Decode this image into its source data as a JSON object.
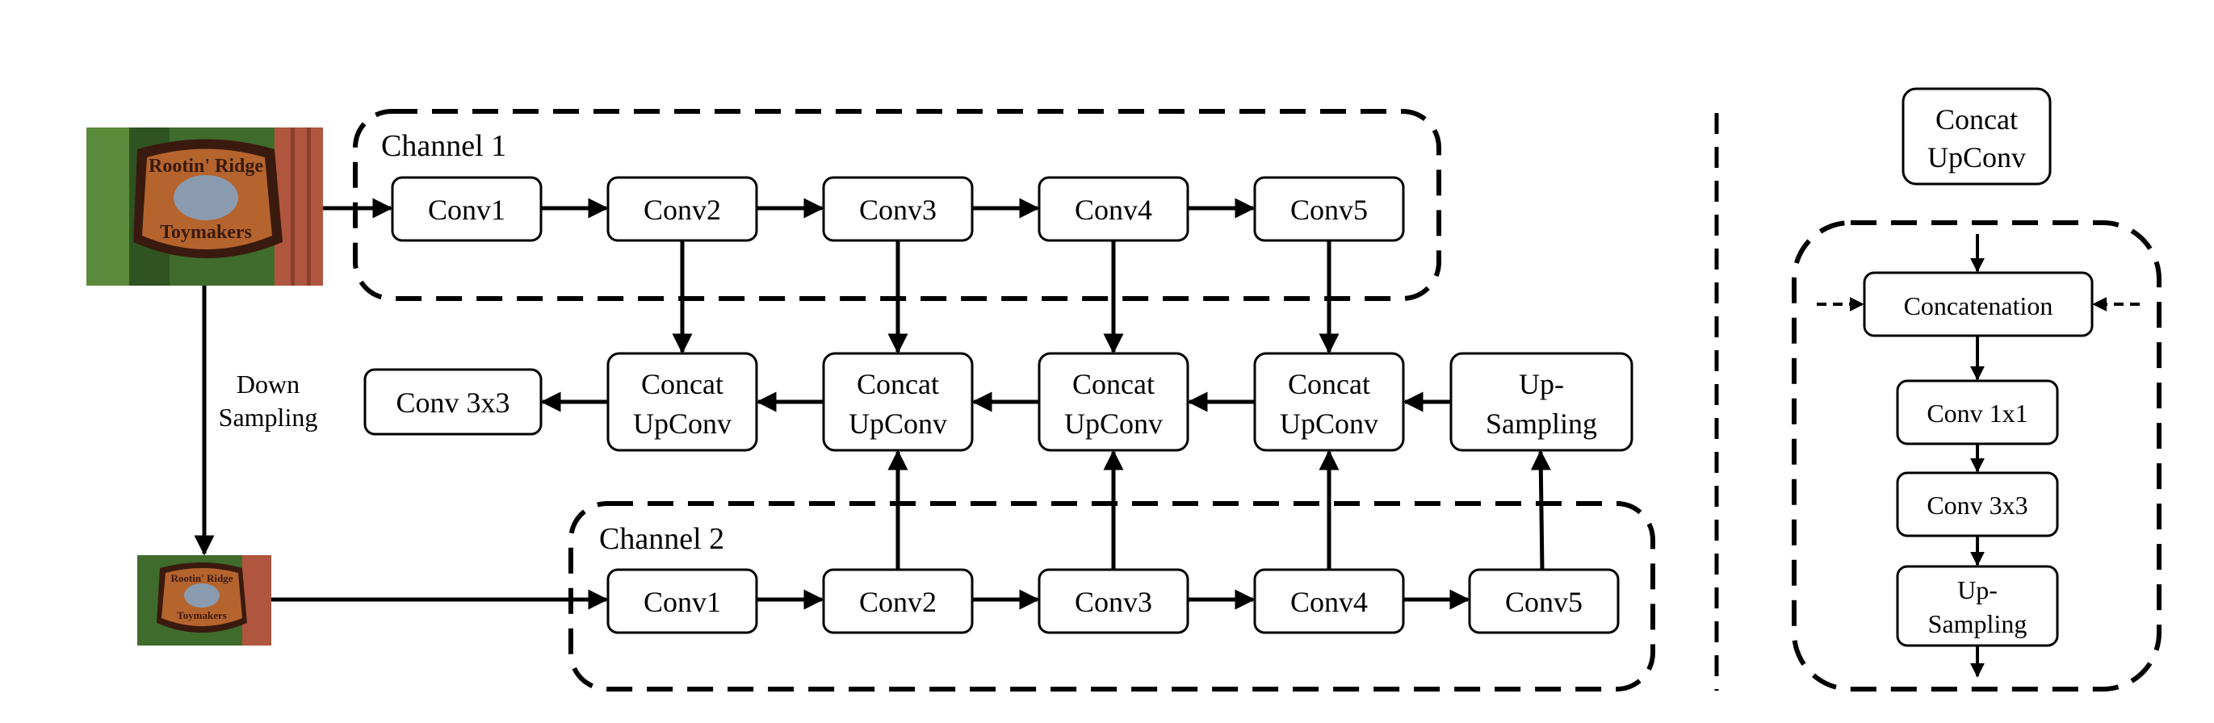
{
  "channels": {
    "channel1_label": "Channel 1",
    "channel2_label": "Channel 2"
  },
  "down_sampling": [
    "Down",
    "Sampling"
  ],
  "sign_text": [
    "Rootin' Ridge",
    "Toymakers"
  ],
  "channel1_convs": [
    "Conv1",
    "Conv2",
    "Conv3",
    "Conv4",
    "Conv5"
  ],
  "channel2_convs": [
    "Conv1",
    "Conv2",
    "Conv3",
    "Conv4",
    "Conv5"
  ],
  "middle": {
    "concat_upconv": [
      [
        "Concat",
        "UpConv"
      ],
      [
        "Concat",
        "UpConv"
      ],
      [
        "Concat",
        "UpConv"
      ],
      [
        "Concat",
        "UpConv"
      ]
    ],
    "upsampling": [
      "Up-",
      "Sampling"
    ],
    "output": "Conv 3x3"
  },
  "legend": {
    "title": [
      "Concat",
      "UpConv"
    ],
    "concatenation": "Concatenation",
    "conv1x1": "Conv 1x1",
    "conv3x3": "Conv 3x3",
    "upsampling": [
      "Up-",
      "Sampling"
    ]
  },
  "colors": {
    "sign_wood": "#b5642e",
    "sign_border": "#3a1a0e",
    "armadillo": "#8a9bb0",
    "foliage": "#4d7a32",
    "brick": "#b0563e"
  }
}
